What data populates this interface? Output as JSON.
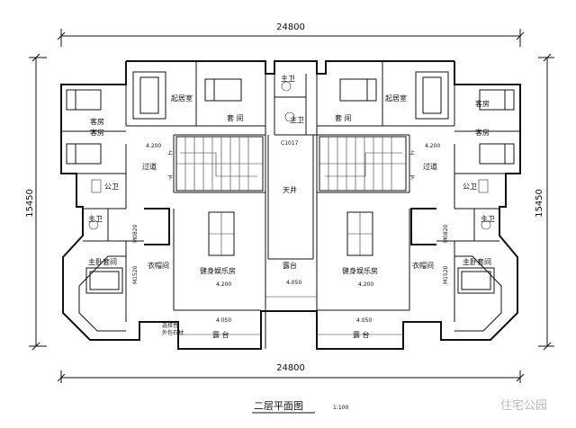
{
  "dimensions": {
    "width_top": "24800",
    "width_bottom": "24800",
    "height_left": "15450",
    "height_right": "15450"
  },
  "rooms": {
    "qijushi_l": "起居室",
    "qijushi_r": "起居室",
    "taojian_l": "套 间",
    "taojian_r": "套 间",
    "kefang_l1": "客房",
    "kefang_l2": "客房",
    "kefang_r1": "客房",
    "kefang_r2": "客房",
    "zhuwei_top_l": "主卫",
    "zhuwei_top_l2": "主卫",
    "zhuwei_l": "主卫",
    "zhuwei_r": "主卫",
    "guodao_l": "过道",
    "guodao_r": "过道",
    "gongwei_l": "公卫",
    "gongwei_r": "公卫",
    "tianjing": "天井",
    "zhuwo_l": "主卧套间",
    "zhuwo_r": "主卧套间",
    "yimao_l": "衣帽间",
    "yimao_r": "衣帽间",
    "jianshen_l": "健身娱乐房",
    "jianshen_r": "健身娱乐房",
    "lutai_c": "露台",
    "lutai_l": "露 台",
    "lutai_r": "露 台"
  },
  "levels": {
    "l_stair": "4.200",
    "r_stair": "4.200",
    "l_gym": "4.200",
    "r_gym": "4.200",
    "c_terrace": "4.050",
    "l_terrace": "4.050",
    "r_terrace": "4.050"
  },
  "codes": {
    "window": "C1017",
    "door_l1": "M0820",
    "door_l2": "M1520",
    "door_r1": "M0820",
    "door_r2": "M1520"
  },
  "stair_marks": {
    "up_l": "上",
    "down_l": "下",
    "up_r": "上",
    "down_r": "下"
  },
  "notes": {
    "ext_l1": "选择性",
    "ext_l2": "外包石材"
  },
  "footer": {
    "title": "二层平面图",
    "scale": "1:100"
  },
  "watermark": "住宅公园"
}
